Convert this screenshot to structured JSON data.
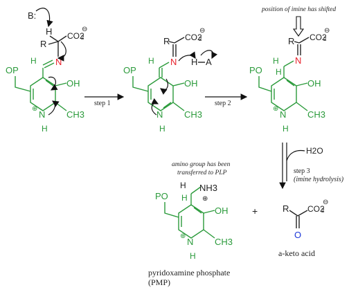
{
  "atoms": {
    "B": "B:",
    "H": "H",
    "R": "R",
    "N": "N",
    "OP": "OP",
    "PO": "PO",
    "OH": "OH",
    "CH3": "CH3",
    "A": "A",
    "NH3": "NH3",
    "H2O": "H2O",
    "O": "O",
    "CO2": "CO2",
    "plus": "⊕",
    "minus": "⊖",
    "sub2": "2",
    "sub3": "3"
  },
  "labels": {
    "step1": "step 1",
    "step2": "step 2",
    "step3_a": "step 3",
    "step3_b": "(imine hydrolysis)",
    "imine_note": "position of imine has shifted",
    "amino_note_1": "amino group has been",
    "amino_note_2": "transferred to PLP",
    "plus_sign": "+",
    "pmp_1": "pyridoxamine phosphate",
    "pmp_2": "(PMP)",
    "keto": "a-keto acid"
  },
  "colors": {
    "ring_and_plp": "#2a9a3a",
    "imine_nitrogen": "#e8202a",
    "water_and_carbonyl_oxygen": "#1a35d8",
    "text_and_arrows": "#222222"
  }
}
